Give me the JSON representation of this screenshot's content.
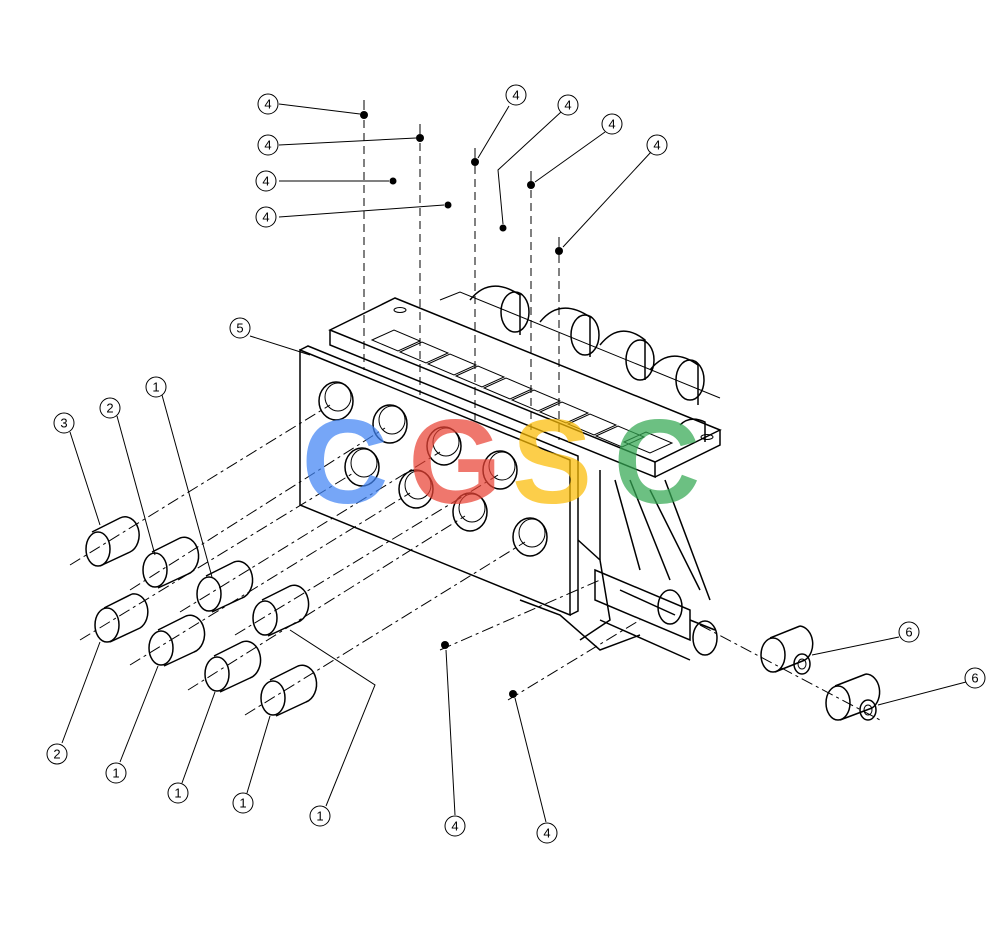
{
  "watermark": {
    "letters": [
      {
        "char": "C",
        "color": "#4285F4"
      },
      {
        "char": "G",
        "color": "#EA4335"
      },
      {
        "char": "S",
        "color": "#FBBC05"
      },
      {
        "char": "C",
        "color": "#34A853"
      }
    ]
  },
  "callouts": [
    {
      "label": "4"
    },
    {
      "label": "4"
    },
    {
      "label": "4"
    },
    {
      "label": "4"
    },
    {
      "label": "4"
    },
    {
      "label": "4"
    },
    {
      "label": "4"
    },
    {
      "label": "4"
    },
    {
      "label": "5"
    },
    {
      "label": "3"
    },
    {
      "label": "2"
    },
    {
      "label": "1"
    },
    {
      "label": "2"
    },
    {
      "label": "1"
    },
    {
      "label": "1"
    },
    {
      "label": "1"
    },
    {
      "label": "1"
    },
    {
      "label": "4"
    },
    {
      "label": "4"
    },
    {
      "label": "6"
    },
    {
      "label": "6"
    }
  ]
}
